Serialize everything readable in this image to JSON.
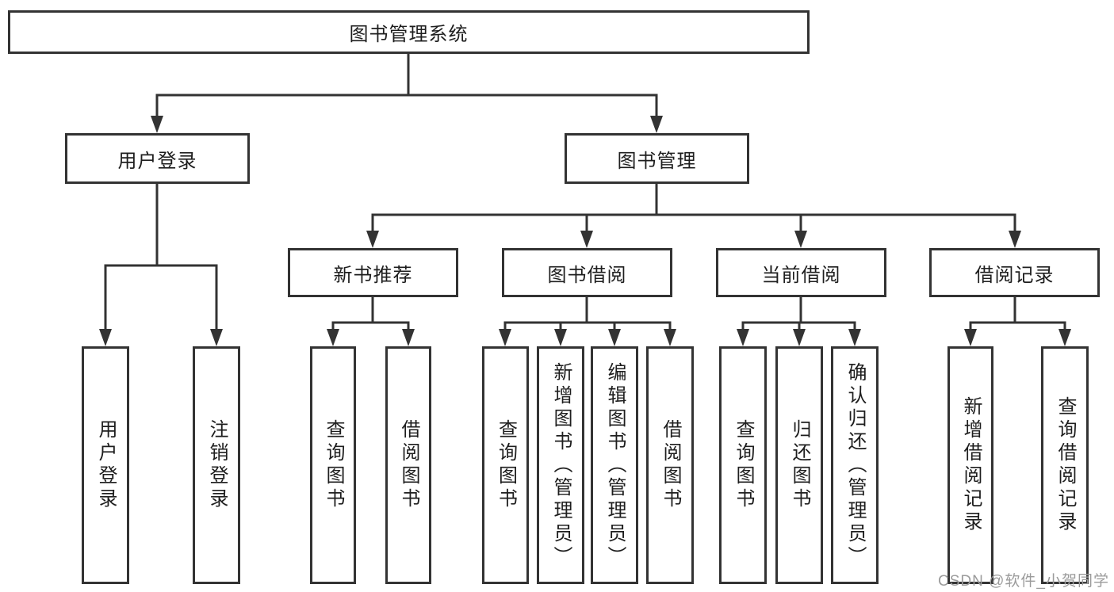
{
  "tree": {
    "label": "图书管理系统",
    "children": [
      {
        "label": "用户登录",
        "children": [
          {
            "label": "用户登录"
          },
          {
            "label": "注销登录"
          }
        ]
      },
      {
        "label": "图书管理",
        "children": [
          {
            "label": "新书推荐",
            "children": [
              {
                "label": "查询图书"
              },
              {
                "label": "借阅图书"
              }
            ]
          },
          {
            "label": "图书借阅",
            "children": [
              {
                "label": "查询图书"
              },
              {
                "label": "新增图书（管理员）"
              },
              {
                "label": "编辑图书（管理员）"
              },
              {
                "label": "借阅图书"
              }
            ]
          },
          {
            "label": "当前借阅",
            "children": [
              {
                "label": "查询图书"
              },
              {
                "label": "归还图书"
              },
              {
                "label": "确认归还（管理员）"
              }
            ]
          },
          {
            "label": "借阅记录",
            "children": [
              {
                "label": "新增借阅记录"
              },
              {
                "label": "查询借阅记录"
              }
            ]
          }
        ]
      }
    ]
  },
  "colors": {
    "line": "#333333",
    "text": "#1e1e1e",
    "watermark": "#9b9b9b",
    "background": "#ffffff"
  },
  "watermark": "CSDN @软件_小贺同学"
}
